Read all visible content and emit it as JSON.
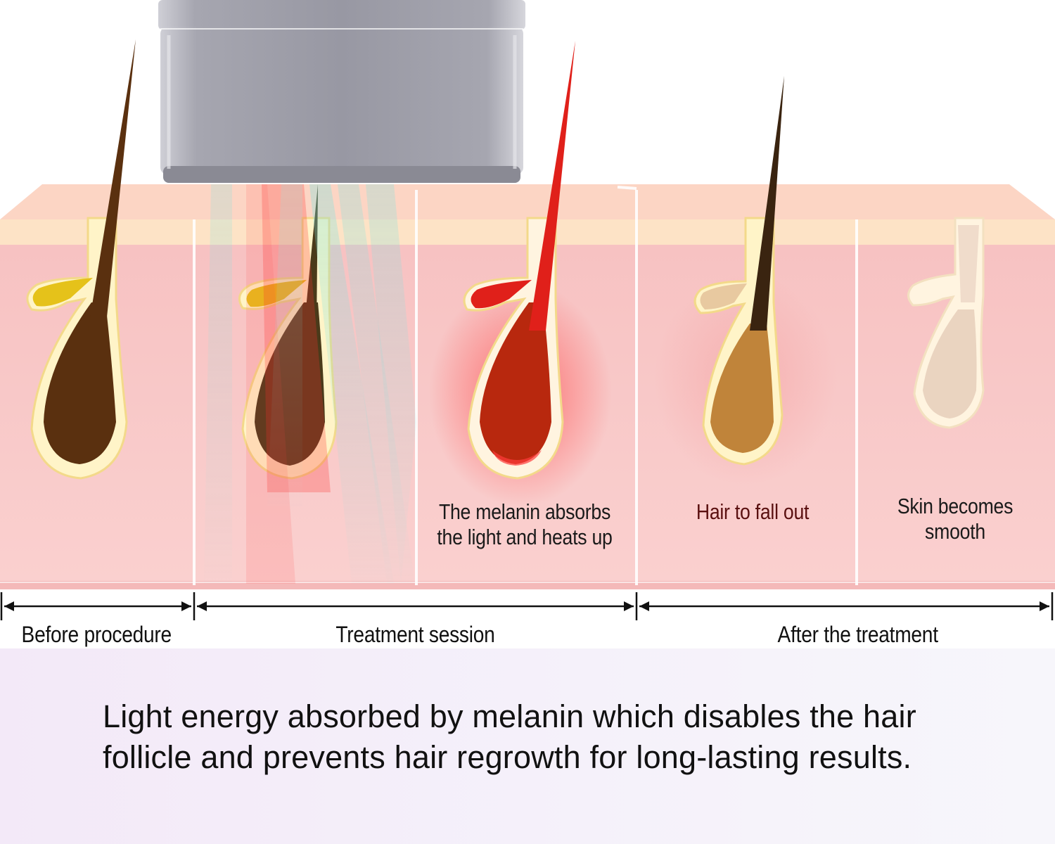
{
  "labels": {
    "stage3": "The melanin absorbs the light and heats up",
    "stage4": "Hair to fall out",
    "stage5": "Skin becomes smooth"
  },
  "stages": {
    "before": "Before procedure",
    "treatment": "Treatment session",
    "after": "After the treatment"
  },
  "caption": "Light energy absorbed by melanin which disables the hair follicle and prevents hair regrowth for long-lasting results.",
  "colors": {
    "skin": "#f8c6c4",
    "skin_top": "#fbd9c6",
    "melanin_brown": "#5a300f",
    "heated_red": "#e0201a",
    "light_cyan": "#8ae6e2",
    "device_gray": "#9a9aa4"
  }
}
